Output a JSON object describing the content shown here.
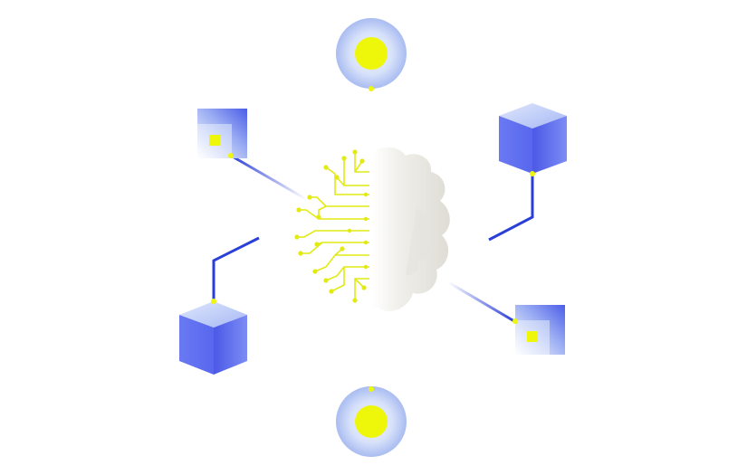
{
  "illustration": {
    "colors": {
      "background": "#ffffff",
      "connector_line": "#2a3fd8",
      "node_fill_light": "#dde6fb",
      "node_fill_mid": "#9fb4f0",
      "node_dot": "#eef60a",
      "cube_front": "#5f6ff0",
      "cube_side": "#4e5ce8",
      "cube_top": "#b9c8f6",
      "circuit": "#e2ea12",
      "cloud": "#eeede8",
      "cloud_shadow": "#d9d8d2"
    },
    "elements": [
      "top-circle-node",
      "bottom-circle-node",
      "top-left-square-chip",
      "bottom-right-square-chip",
      "top-right-cube",
      "bottom-left-cube",
      "circuit-brain-half",
      "cloud-brain-half"
    ]
  }
}
